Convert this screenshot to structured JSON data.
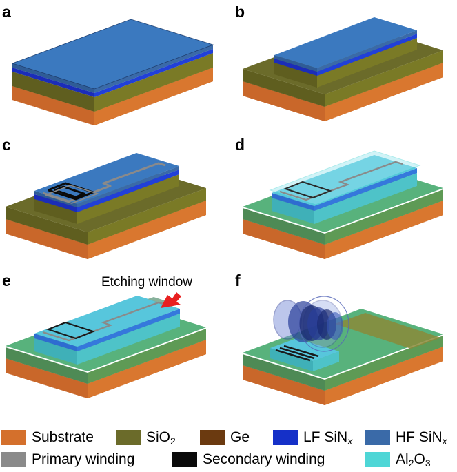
{
  "panels": [
    {
      "label": "a"
    },
    {
      "label": "b"
    },
    {
      "label": "c"
    },
    {
      "label": "d"
    },
    {
      "label": "e"
    },
    {
      "label": "f"
    }
  ],
  "annotation": {
    "text": "Etching window"
  },
  "legend": {
    "substrate": {
      "label": "Substrate",
      "color": "#d4702c"
    },
    "sio2": {
      "label": "SiO",
      "sub": "2",
      "color": "#6b6b2a"
    },
    "ge": {
      "label": "Ge",
      "color": "#6b3a10"
    },
    "lf_sinx": {
      "label": "LF SiN",
      "sub": "x",
      "color": "#1530c8"
    },
    "hf_sinx": {
      "label": "HF SiN",
      "sub": "x",
      "color": "#3a6aa8"
    },
    "primary": {
      "label": "Primary winding",
      "color": "#8a8a8a"
    },
    "secondary": {
      "label": "Secondary winding",
      "color": "#0a0a0a"
    },
    "al2o3": {
      "label": "Al",
      "sub1": "2",
      "mid": "O",
      "sub2": "3",
      "color": "#4ed6d6"
    }
  }
}
